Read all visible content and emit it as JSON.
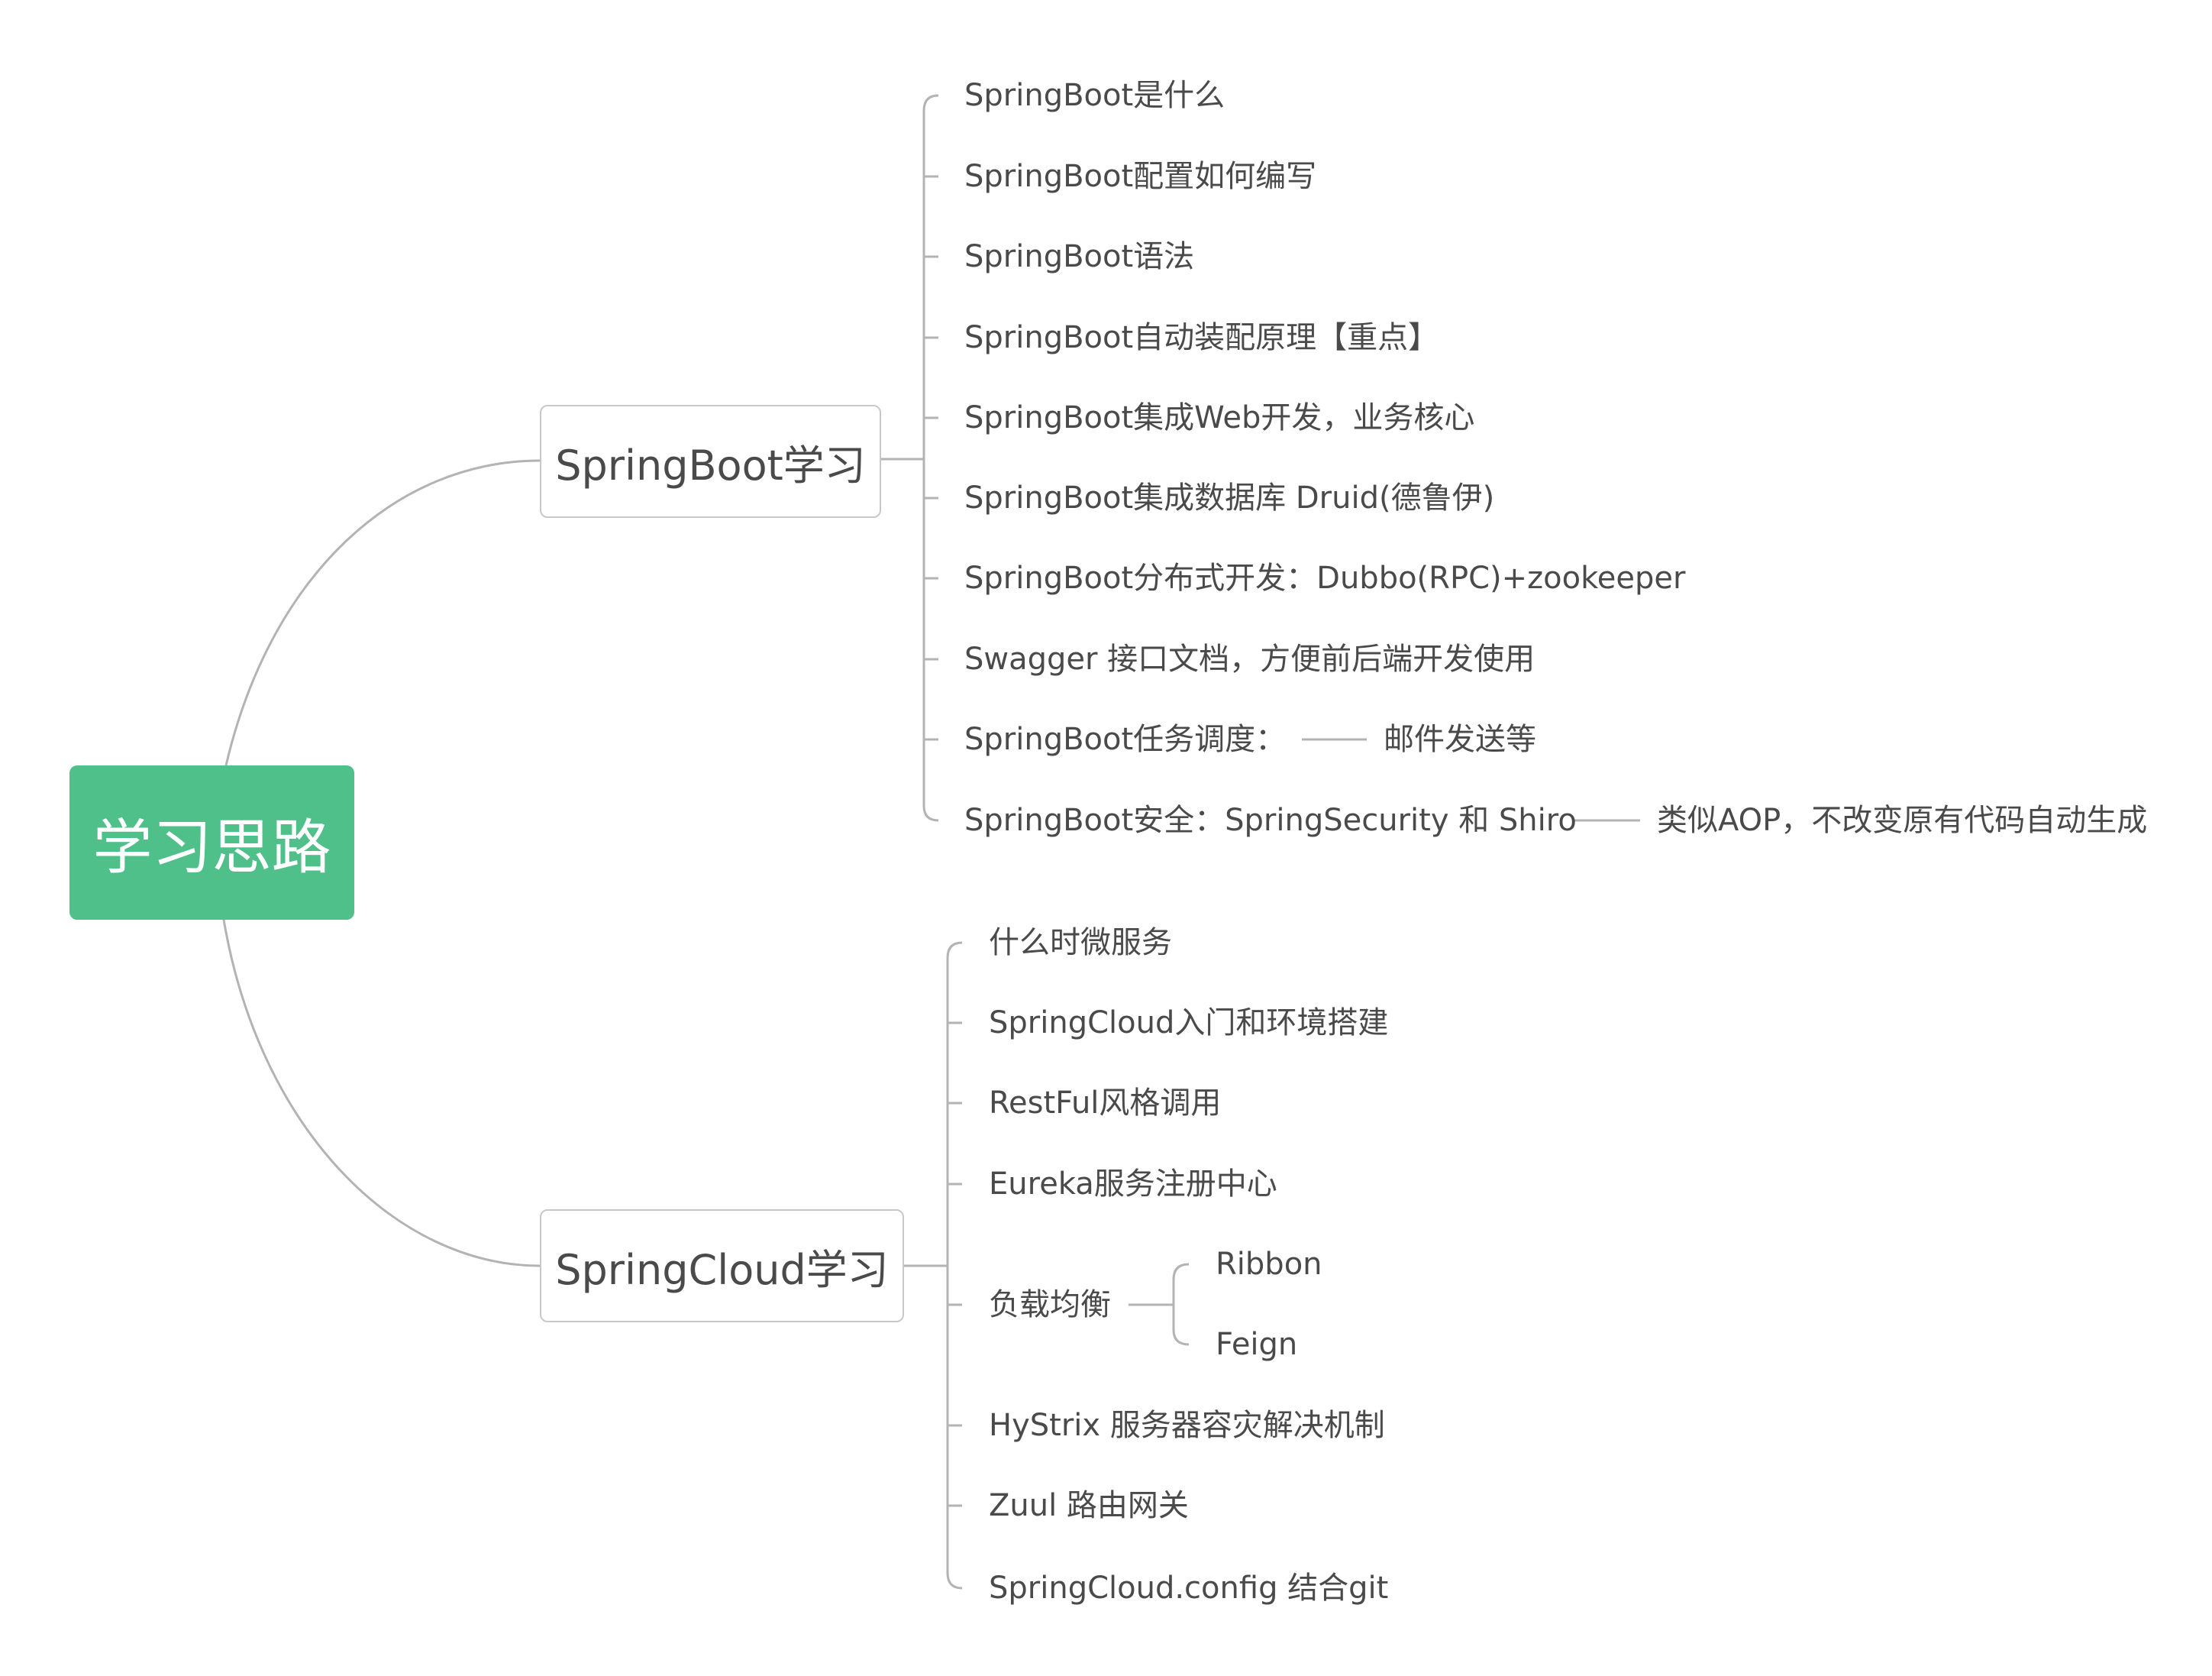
{
  "root": {
    "label": "学习思路"
  },
  "springboot": {
    "label": "SpringBoot学习",
    "items": [
      "SpringBoot是什么",
      "SpringBoot配置如何编写",
      "SpringBoot语法",
      "SpringBoot自动装配原理【重点】",
      "SpringBoot集成Web开发，业务核心",
      "SpringBoot集成数据库  Druid(德鲁伊)",
      "SpringBoot分布式开发：Dubbo(RPC)+zookeeper",
      "Swagger 接口文档，方便前后端开发使用",
      "SpringBoot任务调度：",
      "SpringBoot安全：SpringSecurity 和 Shiro"
    ],
    "task_note": "邮件发送等",
    "security_note": "类似AOP，不改变原有代码自动生成"
  },
  "springcloud": {
    "label": "SpringCloud学习",
    "items": [
      "什么时微服务",
      "SpringCloud入门和环境搭建",
      "RestFul风格调用",
      "Eureka服务注册中心",
      "负载均衡",
      "HyStrix 服务器容灾解决机制",
      "Zuul 路由网关",
      "SpringCloud.config 结合git"
    ],
    "load_balance": [
      "Ribbon",
      "Feign"
    ]
  },
  "colors": {
    "root_fill": "#4fc08a",
    "line": "#b3b3b3",
    "text": "#4a4a4a"
  }
}
